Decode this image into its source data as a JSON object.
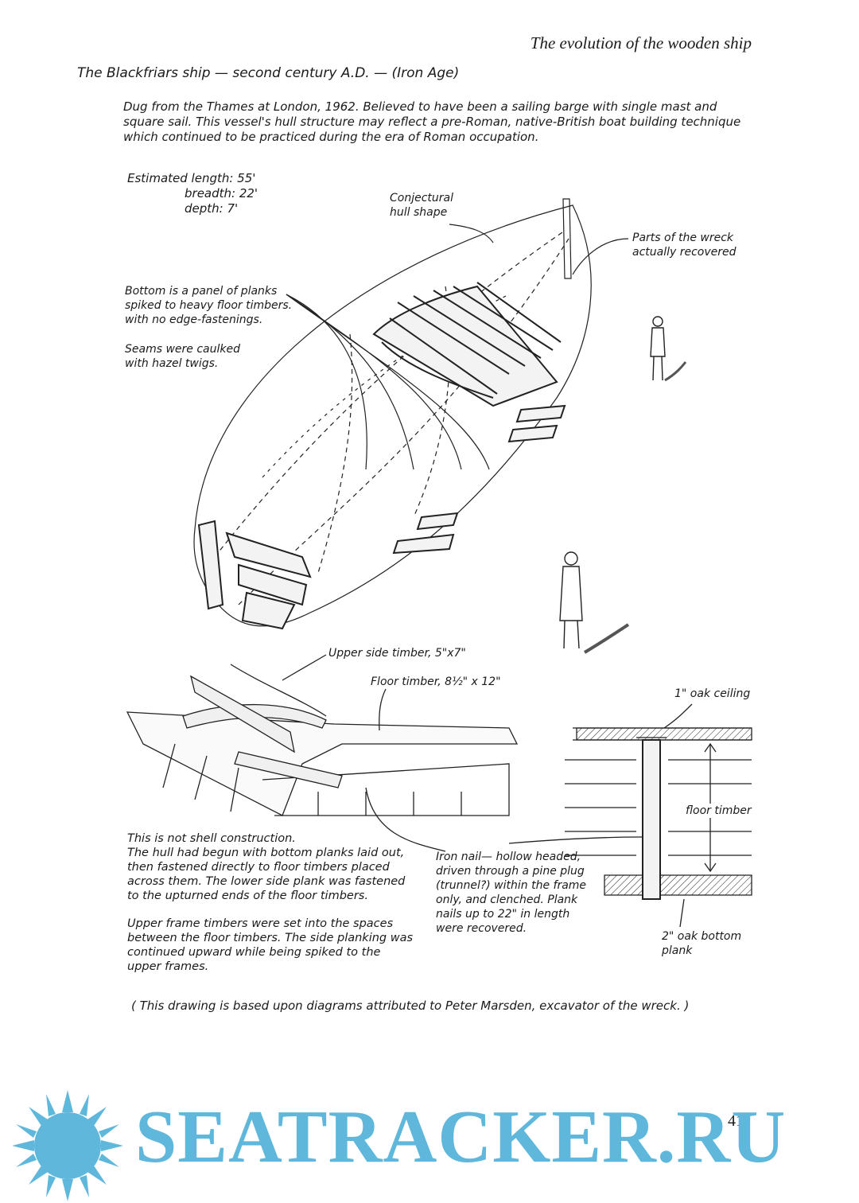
{
  "header": {
    "running_title": "The evolution of the wooden ship"
  },
  "title": {
    "text": "The Blackfriars ship — second century A.D. — (Iron Age)"
  },
  "intro": [
    "Dug from the Thames at London, 1962. Believed to have been a sailing barge with single mast and",
    "square sail. This vessel's hull structure may reflect a pre-Roman, native-British boat building technique",
    "which continued to be practiced during the era of Roman occupation."
  ],
  "dimensions": {
    "length": "Estimated length: 55'",
    "breadth": "breadth: 22'",
    "depth": "depth: 7'"
  },
  "labels": {
    "conjectural": [
      "Conjectural",
      "hull shape"
    ],
    "parts_recovered": [
      "Parts of the wreck",
      "actually recovered"
    ],
    "bottom": [
      "Bottom is a panel of planks",
      "spiked to heavy floor timbers.",
      "with no edge-fastenings."
    ],
    "seams": [
      "Seams were caulked",
      "with hazel twigs."
    ],
    "upper_side_timber": "Upper side timber, 5\"x7\"",
    "floor_timber_dim": "Floor timber, 8½\" x 12\"",
    "oak_ceiling": "1\" oak ceiling",
    "floor_timber": "floor timber",
    "iron_nail": [
      "Iron nail— hollow headed,",
      "driven through a pine plug",
      "(trunnel?) within the frame",
      "only, and clenched. Plank",
      "nails up to 22\" in length",
      "were recovered."
    ],
    "oak_bottom": [
      "2\" oak bottom",
      "plank"
    ]
  },
  "notes": {
    "p1": [
      "This is not shell construction.",
      "The hull had begun with bottom planks laid out,",
      "then fastened directly to floor timbers placed",
      "across them. The lower side plank was fastened",
      "to the upturned ends of the floor timbers."
    ],
    "p2": [
      "Upper frame timbers were set into the spaces",
      "between the floor timbers. The side planking was",
      "continued upward while being spiked to the",
      "upper frames."
    ]
  },
  "caption": "( This drawing is based upon diagrams attributed to Peter Marsden, excavator of the wreck. )",
  "page_number": "41",
  "watermark": {
    "text": "SEATRACKER.RU",
    "color": "#5fb8db"
  }
}
